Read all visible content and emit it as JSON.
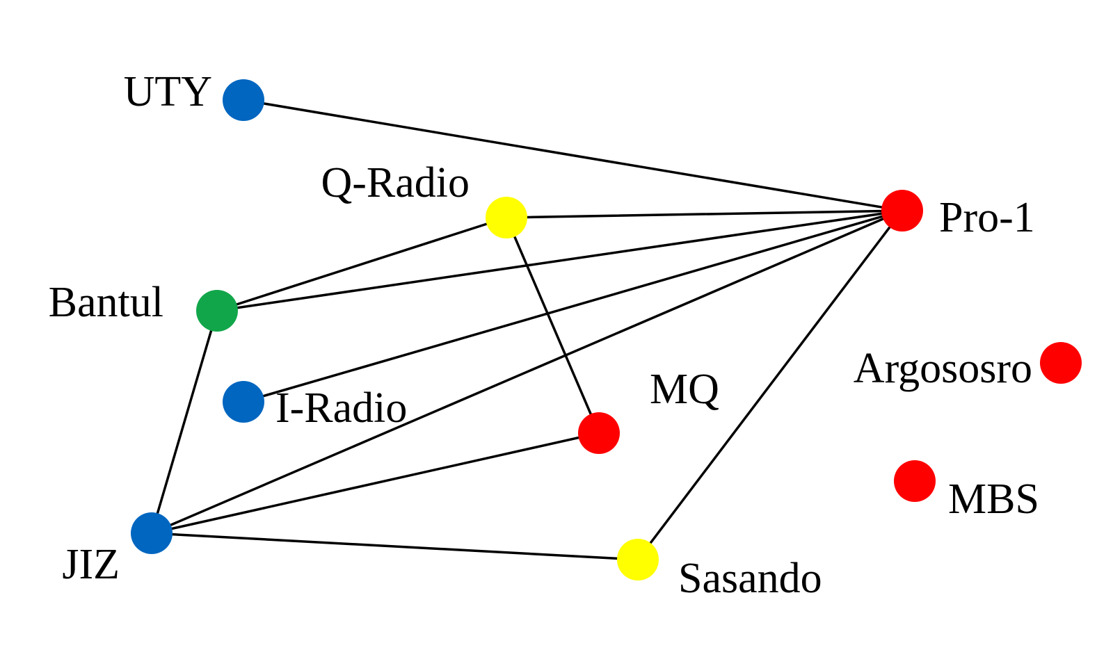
{
  "colors": {
    "blue": "#0066c0",
    "green": "#11a64a",
    "yellow": "#ffff00",
    "red": "#ff0000",
    "edge": "#000000"
  },
  "nodes": [
    {
      "id": "UTY",
      "label": "UTY",
      "color": "blue"
    },
    {
      "id": "Q-Radio",
      "label": "Q-Radio",
      "color": "yellow"
    },
    {
      "id": "Pro-1",
      "label": "Pro-1",
      "color": "red"
    },
    {
      "id": "Bantul",
      "label": "Bantul",
      "color": "green"
    },
    {
      "id": "I-Radio",
      "label": "I-Radio",
      "color": "blue"
    },
    {
      "id": "MQ",
      "label": "MQ",
      "color": "red"
    },
    {
      "id": "Argososro",
      "label": "Argososro",
      "color": "red"
    },
    {
      "id": "MBS",
      "label": "MBS",
      "color": "red"
    },
    {
      "id": "JIZ",
      "label": "JIZ",
      "color": "blue"
    },
    {
      "id": "Sasando",
      "label": "Sasando",
      "color": "yellow"
    }
  ],
  "edges": [
    [
      "UTY",
      "Pro-1"
    ],
    [
      "Q-Radio",
      "Pro-1"
    ],
    [
      "Bantul",
      "Pro-1"
    ],
    [
      "I-Radio",
      "Pro-1"
    ],
    [
      "JIZ",
      "Pro-1"
    ],
    [
      "Sasando",
      "Pro-1"
    ],
    [
      "Q-Radio",
      "Bantul"
    ],
    [
      "Q-Radio",
      "MQ"
    ],
    [
      "Bantul",
      "JIZ"
    ],
    [
      "JIZ",
      "MQ"
    ],
    [
      "JIZ",
      "Sasando"
    ]
  ]
}
